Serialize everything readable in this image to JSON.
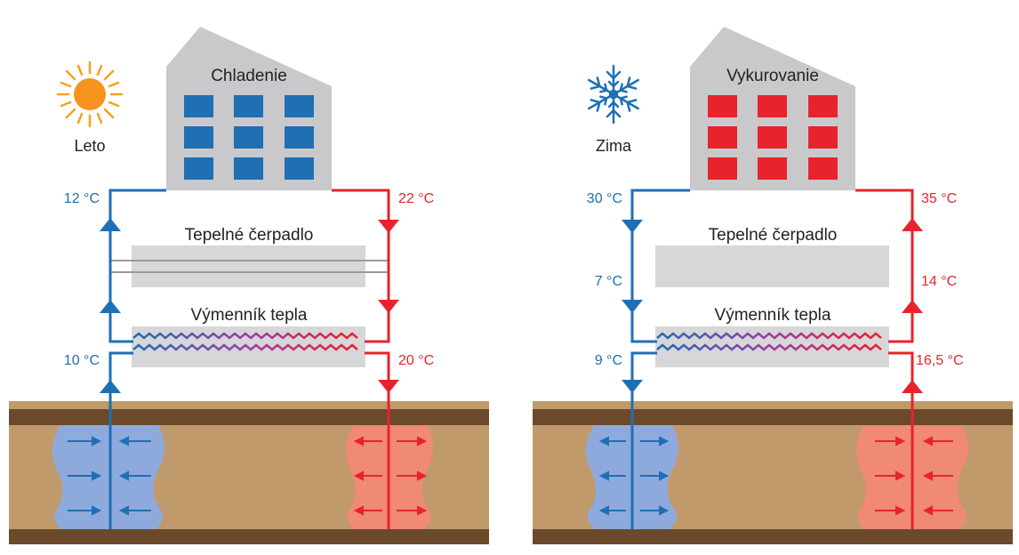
{
  "colors": {
    "cold": "#1f6fb5",
    "hot": "#e8232b",
    "building": "#c9c9cb",
    "soil": "#c19a6b",
    "soil_dark": "#6b4a2b",
    "water_cold": "#8eaadc",
    "water_hot": "#f08a74",
    "panel": "#d7d7d9",
    "mix": "#9b3ea8"
  },
  "summer": {
    "season_label": "Leto",
    "season_icon": "sun-icon",
    "building_label": "Chladenie",
    "temp_top_left": "12 °C",
    "temp_top_right": "22 °C",
    "temp_bottom_left": "10 °C",
    "temp_bottom_right": "20 °C",
    "pump_label": "Tepelné čerpadlo",
    "exchanger_label": "Výmenník tepla"
  },
  "winter": {
    "season_label": "Zima",
    "season_icon": "snowflake-icon",
    "building_label": "Vykurovanie",
    "temp_top_left": "30 °C",
    "temp_top_right": "35 °C",
    "temp_mid_left": "7 °C",
    "temp_mid_right": "14 °C",
    "temp_bottom_left": "9 °C",
    "temp_bottom_right": "16,5 °C",
    "pump_label": "Tepelné čerpadlo",
    "exchanger_label": "Výmenník tepla"
  }
}
